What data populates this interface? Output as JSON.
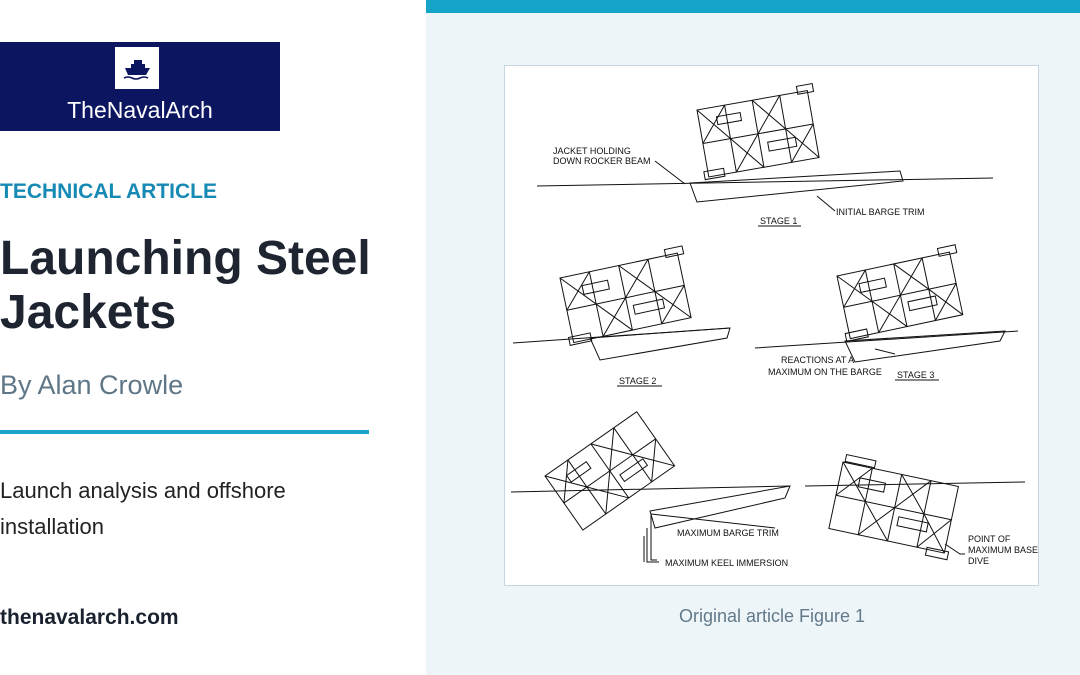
{
  "brand": {
    "name": "TheNavalArch",
    "icon": "ship-icon",
    "color": "#0c1560"
  },
  "article": {
    "category": "TECHNICAL ARTICLE",
    "title": "Launching Steel Jackets",
    "author": "By Alan Crowle",
    "summary": "Launch analysis and offshore installation",
    "website": "thenavalarch.com"
  },
  "figure": {
    "caption": "Original article Figure 1",
    "labels": {
      "rocker": [
        "JACKET HOLDING",
        "DOWN ROCKER BEAM"
      ],
      "stage1": "STAGE 1",
      "initial_trim": "INITIAL BARGE TRIM",
      "stage2": "STAGE 2",
      "reactions": [
        "REACTIONS AT A",
        "MAXIMUM ON THE BARGE"
      ],
      "stage3": "STAGE 3",
      "max_trim": "MAXIMUM BARGE TRIM",
      "keel": "MAXIMUM KEEL IMMERSION",
      "base_dive": [
        "POINT OF",
        "MAXIMUM BASE",
        "DIVE"
      ]
    }
  },
  "colors": {
    "accent": "#16a3c9",
    "kicker": "#1689b4",
    "panel": "#edf5f8"
  }
}
